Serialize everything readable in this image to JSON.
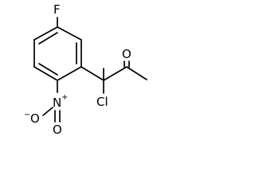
{
  "structure": {
    "atoms": {
      "fluorine": "F",
      "carbonyl_oxygen": "O",
      "chlorine": "Cl",
      "nitro_nitrogen": "N",
      "nitro_nitrogen_charge": "+",
      "nitro_oxygen_bottom": "O",
      "nitro_oxygen_left": "O",
      "nitro_oxygen_left_charge": "−"
    }
  }
}
